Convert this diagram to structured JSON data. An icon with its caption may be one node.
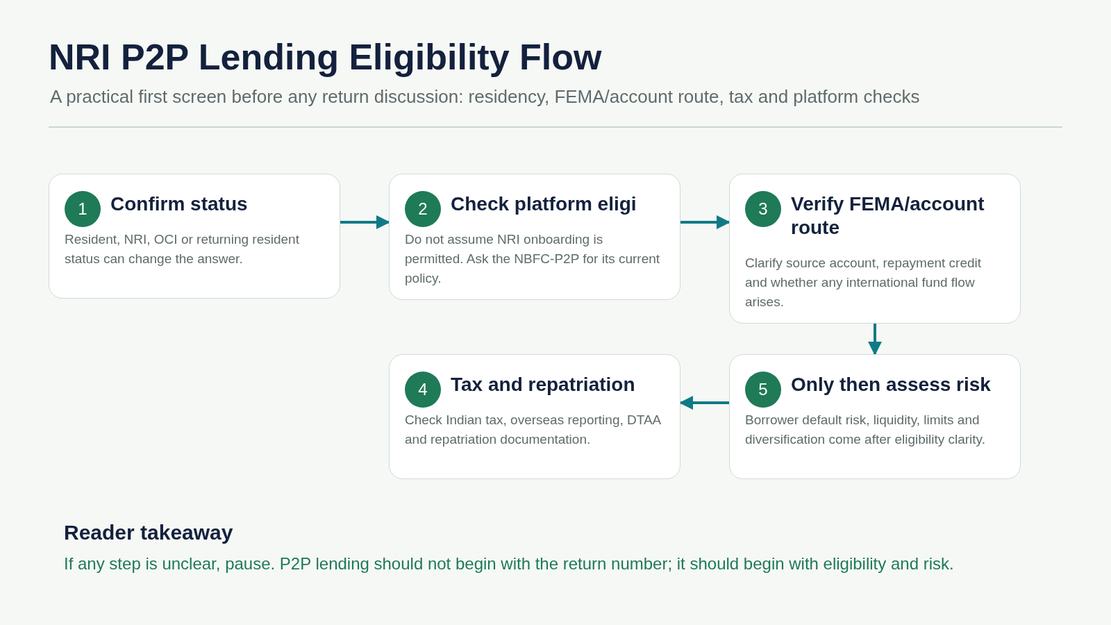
{
  "diagram": {
    "title": "NRI P2P Lending Eligibility Flow",
    "caption": "A practical first screen before any return discussion: residency, FEMA/account route, tax and platform checks",
    "nodes": [
      {
        "text": [
          "1",
          "Confirm status",
          "Resident, NRI, OCI or returning resident status can change the answer."
        ]
      },
      {
        "text": [
          "2",
          "Check platform eligi",
          "Do not assume NRI onboarding is permitted. Ask the NBFC-P2P for its current policy."
        ]
      },
      {
        "text": [
          "3",
          "Verify FEMA/account route",
          "Clarify source account, repayment credit and whether any international fund flow arises."
        ]
      },
      {
        "text": [
          "4",
          "Tax and repatriation",
          "Check Indian tax, overseas reporting, DTAA and repatriation documentation."
        ]
      },
      {
        "text": [
          "5",
          "Only then assess risk",
          "Borrower default risk, liquidity, limits and diversification come after eligibility clarity."
        ]
      }
    ],
    "edges": [
      {
        "from": 0,
        "to": 1,
        "arrow": "to"
      },
      {
        "from": 1,
        "to": 2,
        "arrow": "to"
      },
      {
        "from": 2,
        "to": 4,
        "arrow": "to"
      },
      {
        "from": 4,
        "to": 3,
        "arrow": "to"
      }
    ],
    "labels": [
      "Reader takeaway",
      "If any step is unclear, pause. P2P lending should not begin with the return number; it should begin with eligibility and risk."
    ]
  }
}
